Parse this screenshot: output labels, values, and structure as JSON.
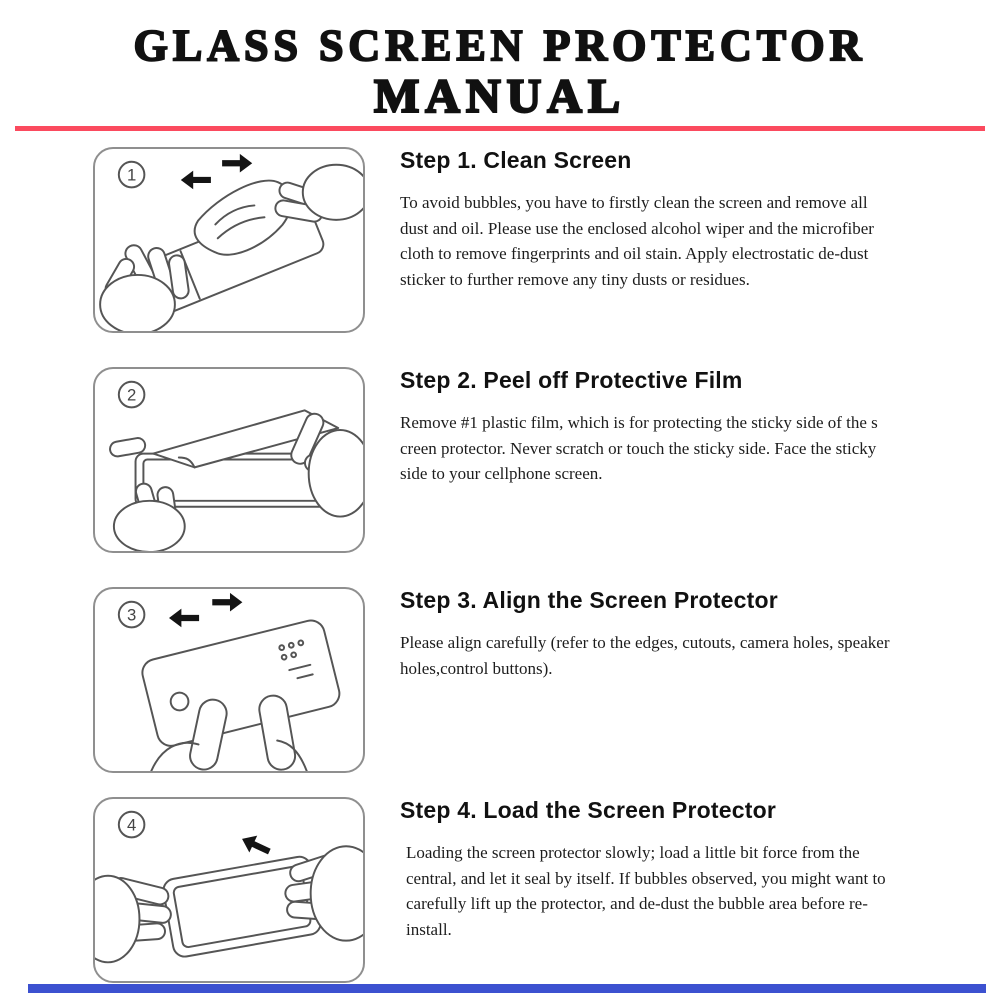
{
  "title": {
    "line1": "GLASS SCREEN PROTECTOR",
    "line2": "MANUAL"
  },
  "colors": {
    "rule_red": "#fb4a5e",
    "rule_blue": "#3c51d0"
  },
  "steps": [
    {
      "number": "1",
      "heading": "Step 1. Clean Screen",
      "body": "To avoid bubbles, you have to firstly clean the screen and remove all dust and oil. Please use the enclosed alcohol wiper and the microfiber cloth to remove fingerprints and oil stain. Apply electrostatic de-dust sticker to further remove any tiny dusts or residues."
    },
    {
      "number": "2",
      "heading": "Step 2. Peel off Protective Film",
      "body": "Remove #1 plastic film, which is for protecting the sticky side of the s creen protector. Never scratch or touch the sticky side. Face the sticky side to your cellphone screen."
    },
    {
      "number": "3",
      "heading": "Step 3. Align the Screen Protector",
      "body": "Please align carefully (refer to the edges, cutouts, camera holes, speaker holes,control buttons)."
    },
    {
      "number": "4",
      "heading": "Step 4. Load the Screen Protector",
      "body": "Loading the screen protector slowly; load a little bit force from the central, and let it seal by itself. If bubbles observed, you might want to carefully lift up the protector, and de-dust the bubble area before re-install."
    }
  ]
}
